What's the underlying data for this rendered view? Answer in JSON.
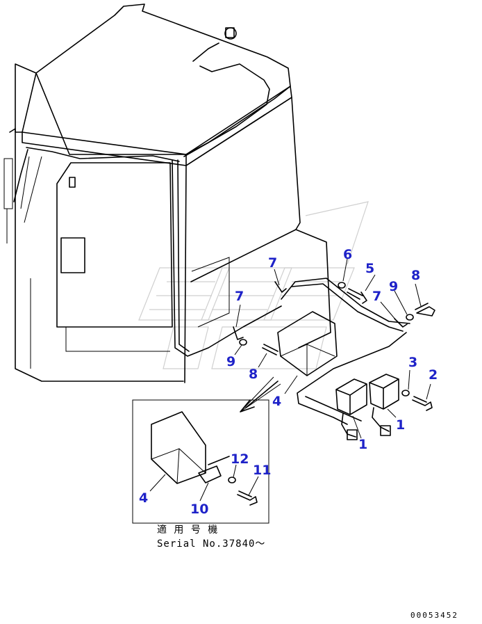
{
  "callouts": {
    "c1a": "1",
    "c1b": "1",
    "c2": "2",
    "c3": "3",
    "c4a": "4",
    "c4b": "4",
    "c5": "5",
    "c6": "6",
    "c7a": "7",
    "c7b": "7",
    "c7c": "7",
    "c8a": "8",
    "c8b": "8",
    "c9a": "9",
    "c9b": "9",
    "c10": "10",
    "c11": "11",
    "c12": "12"
  },
  "applicability": {
    "label_jp": "適 用 号 機",
    "serial": "Serial No.37840～"
  },
  "document_number": "00053452",
  "colors": {
    "callout": "#1e22c8",
    "line": "#000000",
    "watermark": "#cfcfcf"
  }
}
